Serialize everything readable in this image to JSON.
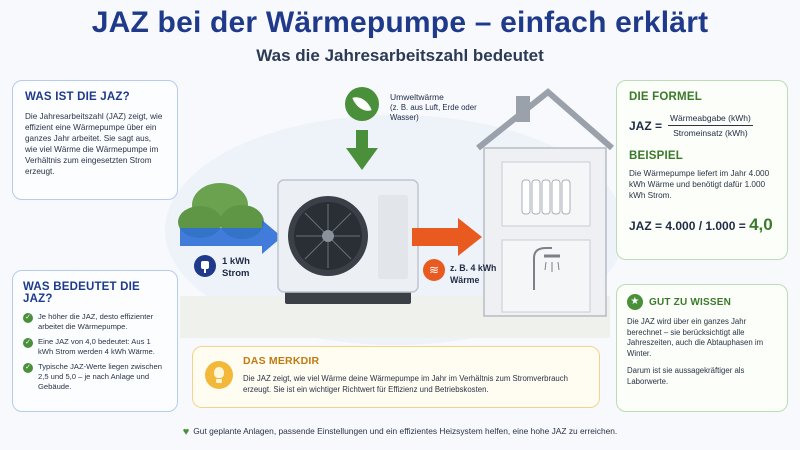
{
  "header": {
    "title": "JAZ bei der Wärmepumpe – einfach erklärt",
    "subtitle": "Was die Jahresarbeitszahl bedeutet"
  },
  "was_ist": {
    "heading": "WAS IST DIE JAZ?",
    "text": "Die Jahresarbeitszahl (JAZ) zeigt, wie effizient eine Wärmepumpe über ein ganzes Jahr arbeitet. Sie sagt aus, wie viel Wärme die Wärmepumpe im Verhältnis zum eingesetzten Strom erzeugt."
  },
  "bedeutet": {
    "heading": "WAS BEDEUTET DIE JAZ?",
    "items": [
      "Je höher die JAZ, desto effizienter arbeitet die Wärmepumpe.",
      "Eine JAZ von 4,0 bedeutet: Aus 1 kWh Strom werden 4 kWh Wärme.",
      "Typische JAZ-Werte liegen zwischen 2,5 und 5,0 – je nach Anlage und Gebäude."
    ]
  },
  "formel": {
    "heading": "DIE FORMEL",
    "lhs": "JAZ =",
    "numerator": "Wärmeabgabe (kWh)",
    "denominator": "Stromeinsatz (kWh)",
    "beispiel_heading": "BEISPIEL",
    "beispiel_text": "Die Wärmepumpe liefert im Jahr 4.000 kWh Wärme und benötigt dafür 1.000 kWh Strom.",
    "result_prefix": "JAZ = 4.000 / 1.000 =",
    "result_value": "4,0"
  },
  "gut": {
    "heading": "GUT ZU WISSEN",
    "text1": "Die JAZ wird über ein ganzes Jahr berechnet – sie berücksichtigt alle Jahreszeiten, auch die Abtauphasen im Winter.",
    "text2": "Darum ist sie aussagekräftiger als Laborwerte."
  },
  "merk": {
    "heading": "DAS MERKDIR",
    "text": "Die JAZ zeigt, wie viel Wärme deine Wärmepumpe im Jahr im Verhältnis zum Stromverbrauch erzeugt. Sie ist ein wichtiger Richtwert für Effizienz und Betriebskosten."
  },
  "scene": {
    "umwelt_title": "Umweltwärme",
    "umwelt_sub": "(z. B. aus Luft, Erde oder Wasser)",
    "strom_value": "1 kWh",
    "strom_label": "Strom",
    "waerme_value": "z. B. 4 kWh",
    "waerme_label": "Wärme"
  },
  "footer": {
    "text": "Gut geplante Anlagen, passende Einstellungen und ein effizientes Heizsystem helfen, eine hohe JAZ zu erreichen."
  },
  "colors": {
    "title": "#1f3a8a",
    "green": "#4a8f3a",
    "orange": "#e85a1f",
    "blue_arrow": "#2f6fd6",
    "yellow": "#f3b73a"
  }
}
